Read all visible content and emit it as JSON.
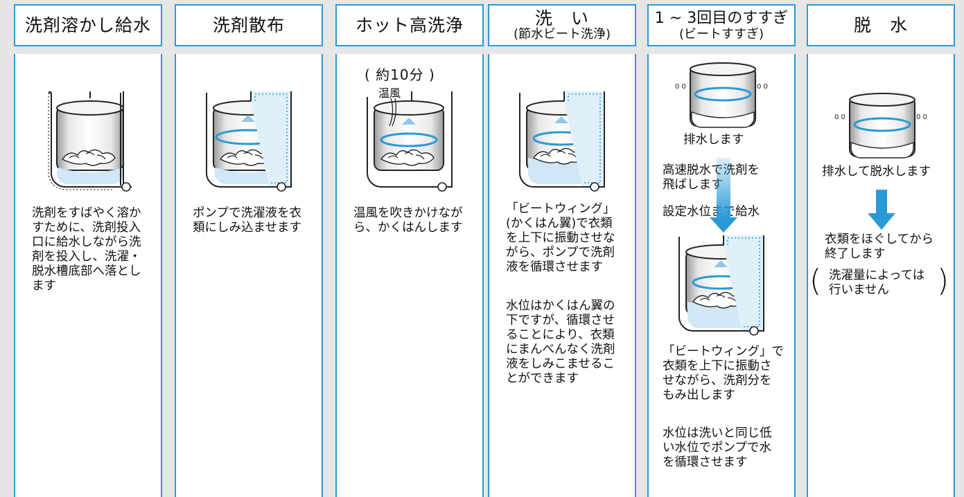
{
  "columns": [
    {
      "title": "洗剤溶かし給水",
      "desc": "洗剤をすばやく溶か\nすために、洗剤投入\n口に給水しながら洗\n剤を投入し、洗濯・\n脱水槽底部へ落とし\nます"
    },
    {
      "title": "洗剤散布",
      "desc": "ポンプで洗濯液を衣\n類にしみ込ませます"
    },
    {
      "title": "ホット高洗浄",
      "duration": "( 約10分 )",
      "warm_air_label": "温風",
      "desc": "温風を吹きかけなが\nら、かくはんします"
    },
    {
      "title": "洗　い",
      "subtitle": "(節水ビート洗浄)",
      "desc1": "「ビートウィング」\n(かくはん翼)で衣類\nを上下に振動させな\nがら、ポンプで洗剤\n液を循環させます",
      "desc2": "水位はかくはん翼の\n下ですが、循環させ\nることにより、衣類\nにまんべんなく洗剤\n液をしみこませるこ\nとができます"
    },
    {
      "title": "1 ~ 3回目のすすぎ",
      "subtitle": "(ビートすすぎ)",
      "step1": "排水します",
      "step2": "高速脱水で洗剤を\n飛ばします",
      "step3": "設定水位まで給水",
      "desc1": "「ビートウィング」で\n衣類を上下に振動さ\nせながら、洗剤分を\nもみ出します",
      "desc2": "水位は洗いと同じ低\nい水位でポンプで水\nを循環させます"
    },
    {
      "title": "脱　水",
      "step1": "排水して脱水します",
      "step2": "衣類をほぐしてから\n終了します",
      "note": "洗濯量によっては\n行いません"
    }
  ],
  "colors": {
    "accent": "#2a9ad6",
    "water": "#cfe7f6",
    "arrow": "#2a9ad6"
  }
}
